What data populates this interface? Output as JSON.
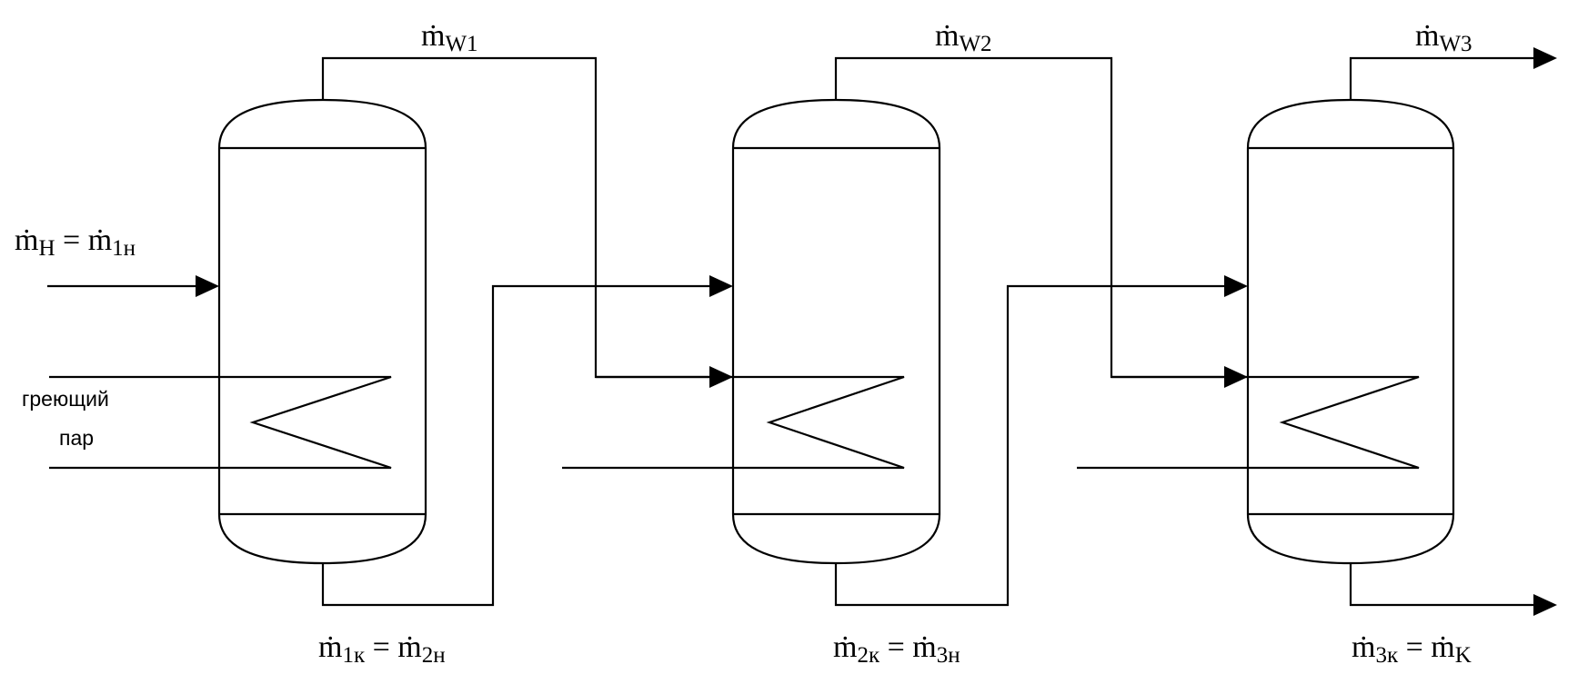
{
  "flows": {
    "vapor1": {
      "base": "ṁ",
      "sub": "W1"
    },
    "vapor2": {
      "base": "ṁ",
      "sub": "W2"
    },
    "vapor3": {
      "base": "ṁ",
      "sub": "W3"
    },
    "feed": {
      "lhs": "ṁ",
      "lhs_sub": "H",
      "eq": " = ",
      "rhs": "ṁ",
      "rhs_sub": "1н"
    },
    "transfer12": {
      "lhs": "ṁ",
      "lhs_sub": "1к",
      "eq": " = ",
      "rhs": "ṁ",
      "rhs_sub": "2н"
    },
    "transfer23": {
      "lhs": "ṁ",
      "lhs_sub": "2к",
      "eq": " = ",
      "rhs": "ṁ",
      "rhs_sub": "3н"
    },
    "product": {
      "lhs": "ṁ",
      "lhs_sub": "3к",
      "eq": " = ",
      "rhs": "ṁ",
      "rhs_sub": "K"
    }
  },
  "steam": {
    "line1": "греющий",
    "line2": "пар"
  }
}
